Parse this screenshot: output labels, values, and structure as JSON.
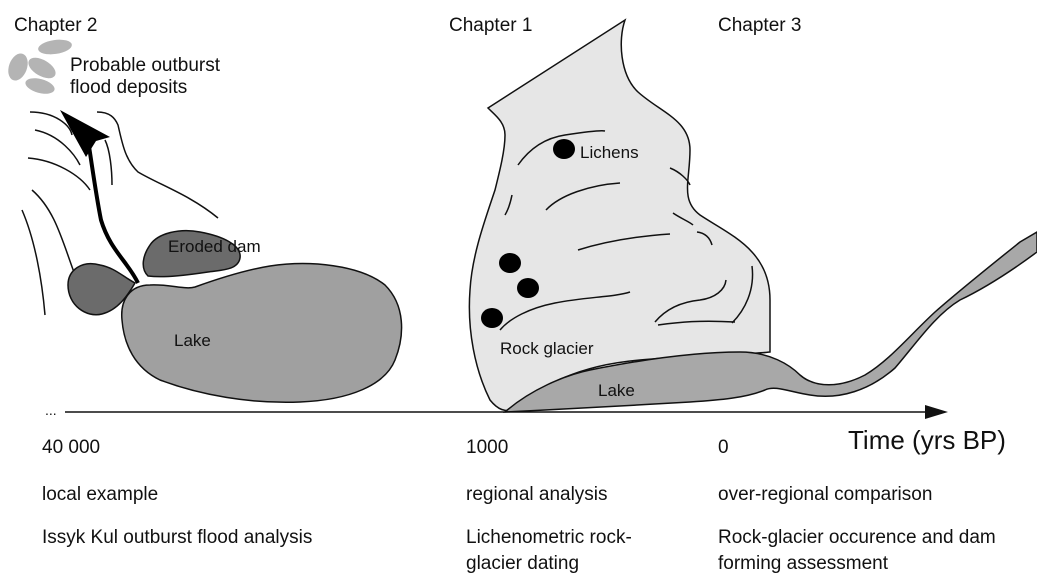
{
  "chapters": {
    "c2": "Chapter 2",
    "c1": "Chapter 1",
    "c3": "Chapter 3"
  },
  "labels": {
    "outburst": "Probable outburst flood deposits",
    "outburst_line1": "Probable outburst",
    "outburst_line2": "flood deposits",
    "eroded_dam": "Eroded dam",
    "lake_left": "Lake",
    "lichens": "Lichens",
    "rock_glacier": "Rock glacier",
    "lake_mid": "Lake",
    "ellipsis": "..."
  },
  "timeline": {
    "axis_label": "Time (yrs BP)",
    "ticks": [
      "40 000",
      "1000",
      "0"
    ]
  },
  "scale": {
    "left": "local example",
    "mid": "regional analysis",
    "right": "over-regional comparison"
  },
  "topics": {
    "left": "Issyk Kul outburst flood analysis",
    "mid": "Lichenometric rock-glacier dating",
    "right": "Rock-glacier occurence and dam forming assessment"
  },
  "colors": {
    "dark_gray": "#6b6b6b",
    "mid_gray": "#9e9e9e",
    "light_gray": "#e6e6e6",
    "deposit_gray": "#b4b4b4"
  }
}
